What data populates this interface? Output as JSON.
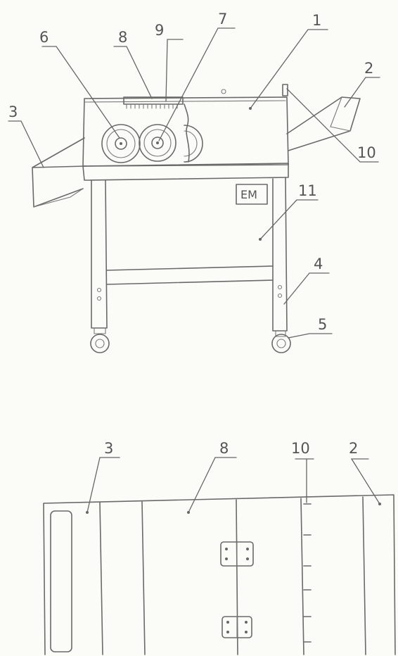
{
  "front_view": {
    "labels": {
      "n1": "1",
      "n2": "2",
      "n3": "3",
      "n4": "4",
      "n5": "5",
      "n6": "6",
      "n7": "7",
      "n8": "8",
      "n9": "9",
      "n10": "10",
      "n11": "11"
    },
    "em_tag": "EM"
  },
  "top_view": {
    "labels": {
      "n3": "3",
      "n8": "8",
      "n10": "10",
      "n2": "2"
    }
  }
}
